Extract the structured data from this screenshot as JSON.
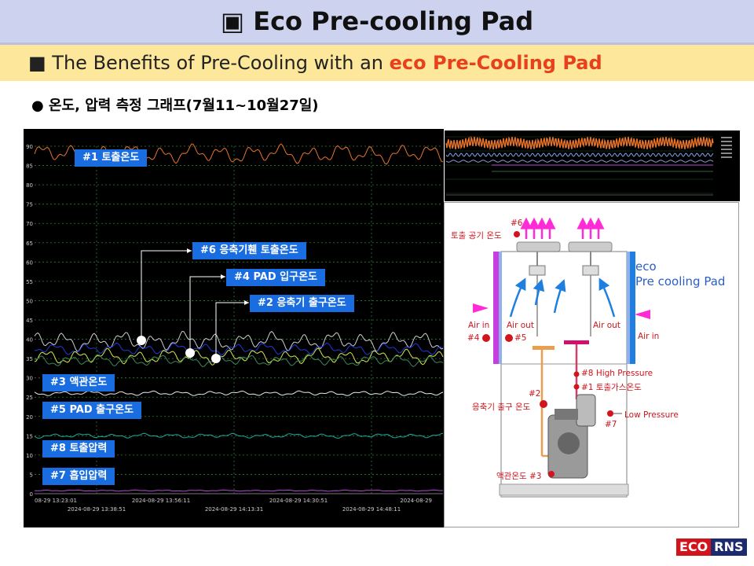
{
  "header": {
    "title": "▣ Eco Pre-cooling Pad",
    "subtitle_prefix": "■ The Benefits of Pre-Cooling with an ",
    "subtitle_highlight": "eco Pre-Cooling Pad"
  },
  "section": {
    "title": "● 온도, 압력 측정 그래프(7월11~10월27일)"
  },
  "chart_data": {
    "type": "line",
    "ylim": [
      0,
      90
    ],
    "y_ticks": [
      "0",
      "5",
      "10",
      "15",
      "20",
      "25",
      "30",
      "35",
      "40",
      "45",
      "50",
      "55",
      "60",
      "65",
      "70",
      "75",
      "80",
      "85",
      "90"
    ],
    "x_ticks_top": [
      "08-29 13:23:01",
      "2024-08-29 13:56:11",
      "2024-08-29 14:30:51",
      "2024-08-29"
    ],
    "x_ticks_bottom": [
      "2024-08-29 13:38:51",
      "2024-08-29 14:13:31",
      "2024-08-29 14:48:11"
    ],
    "series": [
      {
        "name": "#1 토출온도",
        "color": "#e8742a",
        "base": 88,
        "amp": 2.5
      },
      {
        "name": "#6 응축기휀 토출온도",
        "color": "#cfcfcf",
        "base": 39.5,
        "amp": 2.5
      },
      {
        "name": "#4 PAD 입구온도",
        "color": "#1f3ad8",
        "base": 37.5,
        "amp": 1.5
      },
      {
        "name": "#2 응축기 출구온도",
        "color": "#d5e84a",
        "base": 35.5,
        "amp": 2.0
      },
      {
        "name": "#3 액관온도",
        "color": "#3a8a5a",
        "base": 34.5,
        "amp": 1.5
      },
      {
        "name": "#5 PAD 출구온도",
        "color": "#e8e8e8",
        "base": 26,
        "amp": 0.6
      },
      {
        "name": "#8 토출압력",
        "color": "#1aa8a0",
        "base": 15,
        "amp": 0.6
      },
      {
        "name": "#7 흡입압력",
        "color": "#b84ad8",
        "base": 0.8,
        "amp": 0.15
      }
    ]
  },
  "labels": {
    "l1": "#1 토출온도",
    "l6": "#6 응축기휀 토출온도",
    "l4": "#4 PAD 입구온도",
    "l2": "#2 응축기 출구온도",
    "l3": "#3 액관온도",
    "l5": "#5 PAD 출구온도",
    "l8": "#8 토출압력",
    "l7": "#7 흡입압력"
  },
  "diagram": {
    "n6": "#6",
    "air_temp": "토출 공기 온도",
    "eco_line1": "eco",
    "eco_line2": "Pre cooling Pad",
    "air_in_left": "Air in",
    "air_out_left": "Air out",
    "air_out_right": "Air out",
    "air_in_right": "Air in",
    "n4": "#4",
    "n5": "#5",
    "high_pressure": "#8  High Pressure",
    "discharge_gas": "#1 토출가스온도",
    "n2": "#2",
    "cond_out": "응축기 출구 온도",
    "low_pressure": "Low Pressure",
    "n7": "#7",
    "liquid": "액관온도 #3"
  },
  "colors": {
    "title_band": "#cdd3ef",
    "subtitle_band": "#fce79a",
    "highlight": "#e8401c",
    "label_bg": "#1a6de0",
    "logo_red": "#d2141c",
    "logo_navy": "#1d2a6e"
  },
  "logo": {
    "eco": "ECO",
    "rns": "RNS"
  }
}
